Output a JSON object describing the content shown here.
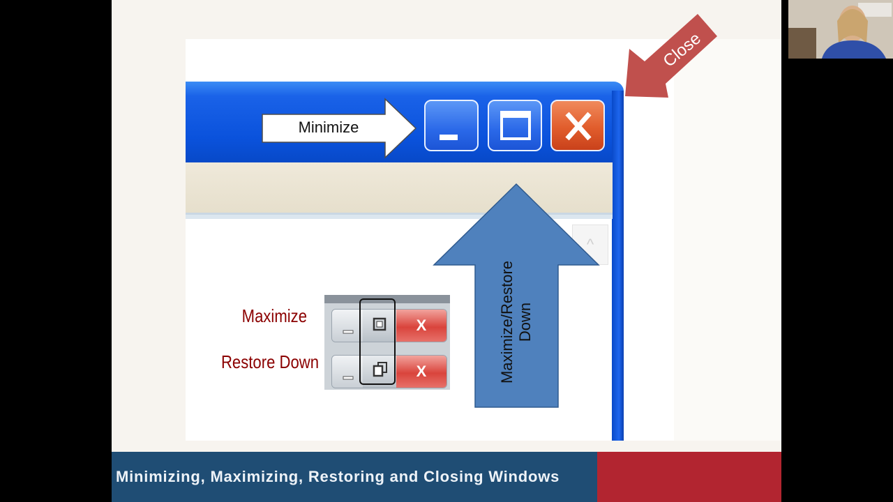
{
  "slide": {
    "caption": "Minimizing, Maximizing, Restoring and Closing Windows",
    "accent_blue": "#1f4d74",
    "accent_red": "#b22530"
  },
  "callouts": {
    "minimize": "Minimize",
    "close": "Close",
    "maximize_restore": "Maximize/Restore Down"
  },
  "window_buttons": [
    {
      "name": "minimize",
      "icon": "minimize-icon"
    },
    {
      "name": "maximize",
      "icon": "maximize-icon"
    },
    {
      "name": "close",
      "icon": "close-icon"
    }
  ],
  "vista_example": {
    "rows": [
      {
        "label": "Maximize",
        "middle_icon": "maximize-icon",
        "close_glyph": "X"
      },
      {
        "label": "Restore Down",
        "middle_icon": "restore-icon",
        "close_glyph": "X"
      }
    ]
  },
  "webcam": {
    "icon": "presenter-webcam"
  }
}
